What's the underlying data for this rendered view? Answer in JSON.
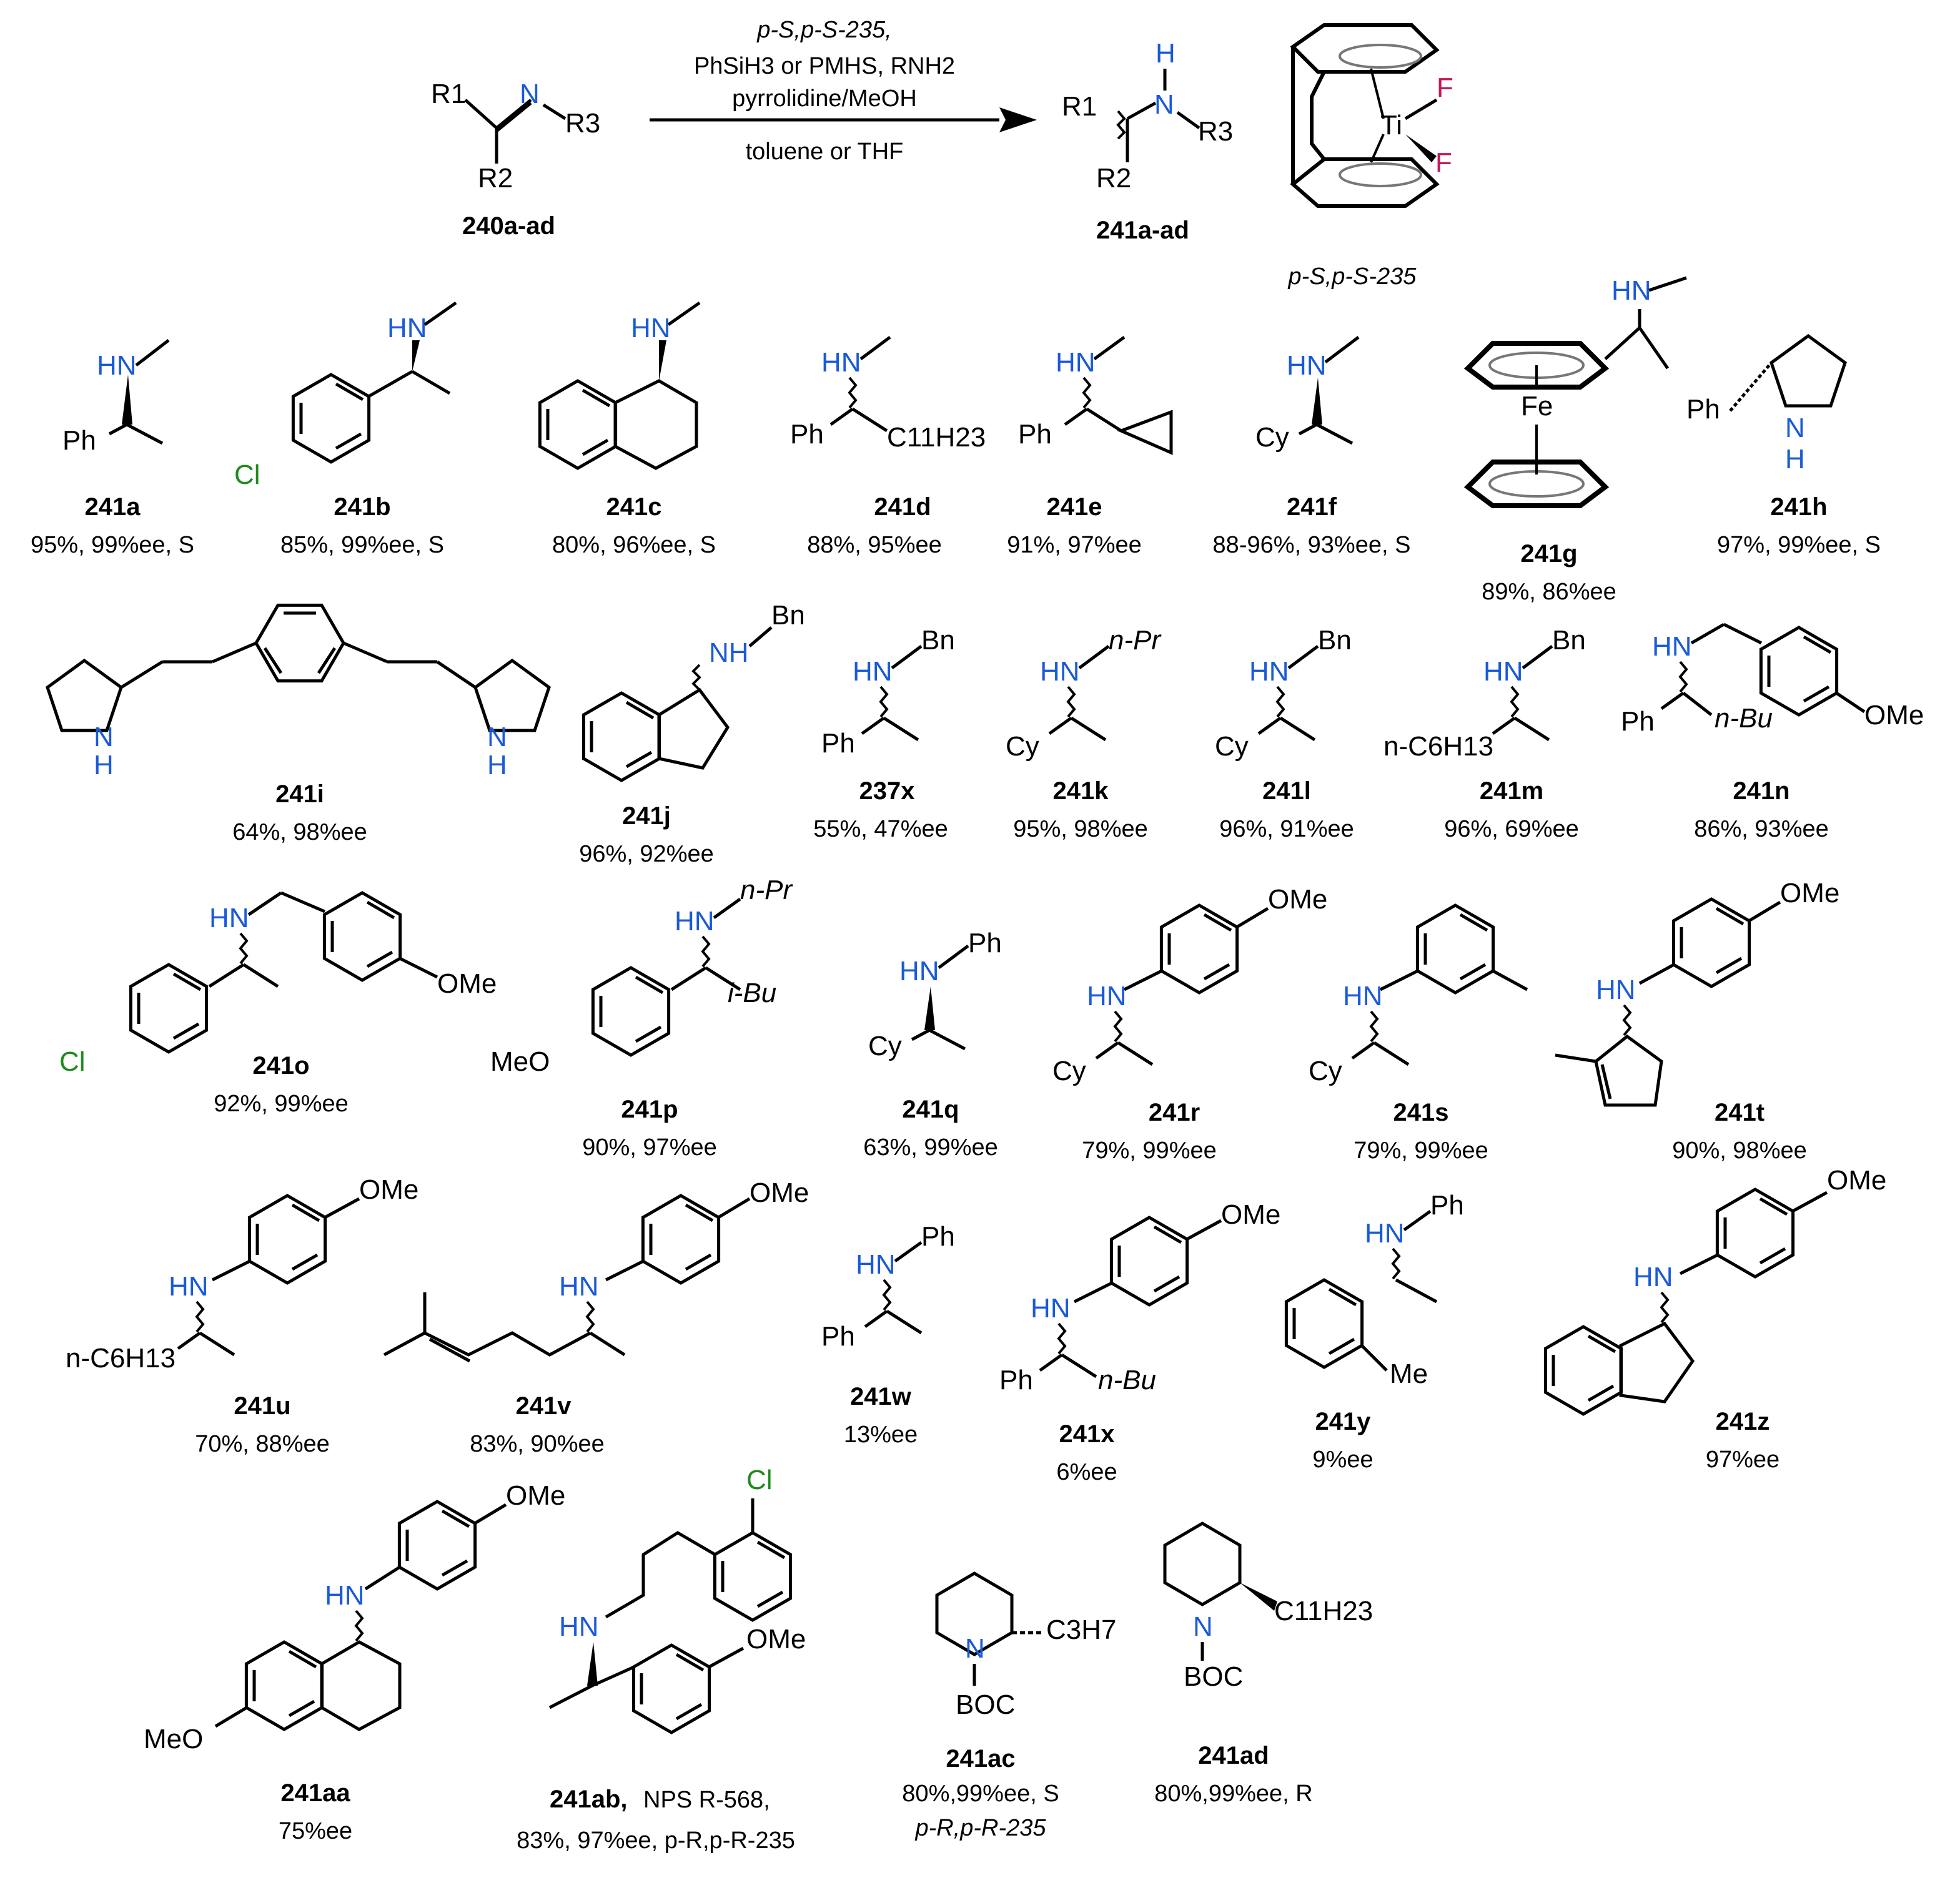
{
  "scheme": {
    "reactant_label": "240a-ad",
    "product_label": "241a-ad",
    "conditions": {
      "line1": "p-S,p-S-235,",
      "line2": "PhSiH3 or PMHS, RNH2",
      "line3": "pyrrolidine/MeOH",
      "line4": "toluene or THF"
    },
    "catalyst_label": "p-S,p-S-235",
    "substituents": {
      "r1": "R1",
      "r2": "R2",
      "r3": "R3"
    }
  },
  "compounds": [
    {
      "id": "241a",
      "result": "95%, 99%ee, S"
    },
    {
      "id": "241b",
      "result": "85%, 99%ee, S"
    },
    {
      "id": "241c",
      "result": "80%, 96%ee, S"
    },
    {
      "id": "241d",
      "result": "88%, 95%ee"
    },
    {
      "id": "241e",
      "result": "91%, 97%ee"
    },
    {
      "id": "241f",
      "result": "88-96%, 93%ee, S"
    },
    {
      "id": "241g",
      "result": "89%, 86%ee"
    },
    {
      "id": "241h",
      "result": "97%, 99%ee, S"
    },
    {
      "id": "241i",
      "result": "64%, 98%ee"
    },
    {
      "id": "241j",
      "result": "96%, 92%ee"
    },
    {
      "id": "237x",
      "result": "55%, 47%ee"
    },
    {
      "id": "241k",
      "result": "95%, 98%ee"
    },
    {
      "id": "241l",
      "result": "96%, 91%ee"
    },
    {
      "id": "241m",
      "result": "96%, 69%ee"
    },
    {
      "id": "241n",
      "result": "86%, 93%ee"
    },
    {
      "id": "241o",
      "result": "92%, 99%ee"
    },
    {
      "id": "241p",
      "result": "90%, 97%ee"
    },
    {
      "id": "241q",
      "result": "63%, 99%ee"
    },
    {
      "id": "241r",
      "result": "79%, 99%ee"
    },
    {
      "id": "241s",
      "result": "79%, 99%ee"
    },
    {
      "id": "241t",
      "result": "90%, 98%ee"
    },
    {
      "id": "241u",
      "result": "70%, 88%ee"
    },
    {
      "id": "241v",
      "result": "83%, 90%ee"
    },
    {
      "id": "241w",
      "result": "13%ee"
    },
    {
      "id": "241x",
      "result": "6%ee"
    },
    {
      "id": "241y",
      "result": "9%ee"
    },
    {
      "id": "241z",
      "result": "97%ee"
    },
    {
      "id": "241aa",
      "result": "75%ee"
    },
    {
      "id": "241ab,",
      "result": "NPS R-568,",
      "result2": "83%, 97%ee, p-R,p-R-235"
    },
    {
      "id": "241ac",
      "result": "80%,99%ee, S",
      "result2": "p-R,p-R-235"
    },
    {
      "id": "241ad",
      "result": "80%,99%ee, R"
    }
  ],
  "atoms": {
    "hn": "HN",
    "nh": "NH",
    "n": "N",
    "h": "H",
    "ph": "Ph",
    "cy": "Cy",
    "bn": "Bn",
    "npr": "n-Pr",
    "nbu": "n-Bu",
    "ibu": "i-Bu",
    "ome": "OMe",
    "meo": "MeO",
    "cl": "Cl",
    "me": "Me",
    "fe": "Fe",
    "ti": "Ti",
    "f": "F",
    "boc": "BOC",
    "c11h23": "C11H23",
    "c3h7": "C3H7",
    "nc6h13": "n-C6H13"
  },
  "colors": {
    "nitrogen": "#1a5ad8",
    "chlorine": "#1f8a1f",
    "fluorine": "#c2185b"
  }
}
